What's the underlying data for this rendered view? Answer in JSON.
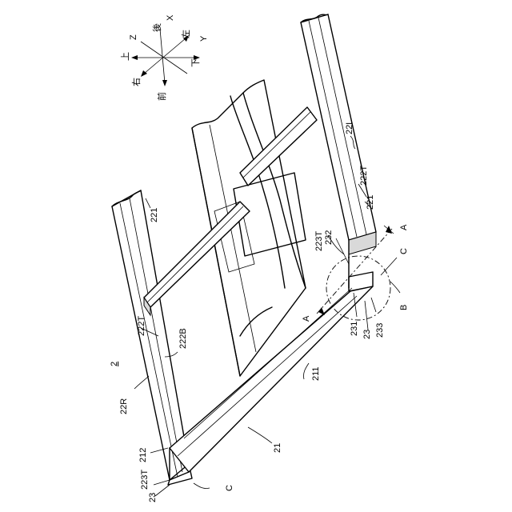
{
  "axes": {
    "up": "上",
    "down": "下",
    "front": "前",
    "rear": "後",
    "right": "右",
    "left": "左",
    "x": "X",
    "y": "Y",
    "z": "Z"
  },
  "labels": {
    "assembly": "2",
    "rail_left": "22L",
    "rail_right": "22R",
    "top_left": "222T",
    "top_right": "222T",
    "bottom_right": "222B",
    "inner_left": "221",
    "inner_right": "221",
    "cross_member": "21",
    "cross_face": "211",
    "cross_side": "212",
    "end_top_left": "223T",
    "end_top_right": "223T",
    "end_left": "23",
    "end_right": "23",
    "part_231": "231",
    "part_232": "232",
    "part_233": "233",
    "view_a_top": "A",
    "view_a_section": "A",
    "detail_b": "B",
    "detail_c_right": "C",
    "detail_c_left": "C"
  }
}
